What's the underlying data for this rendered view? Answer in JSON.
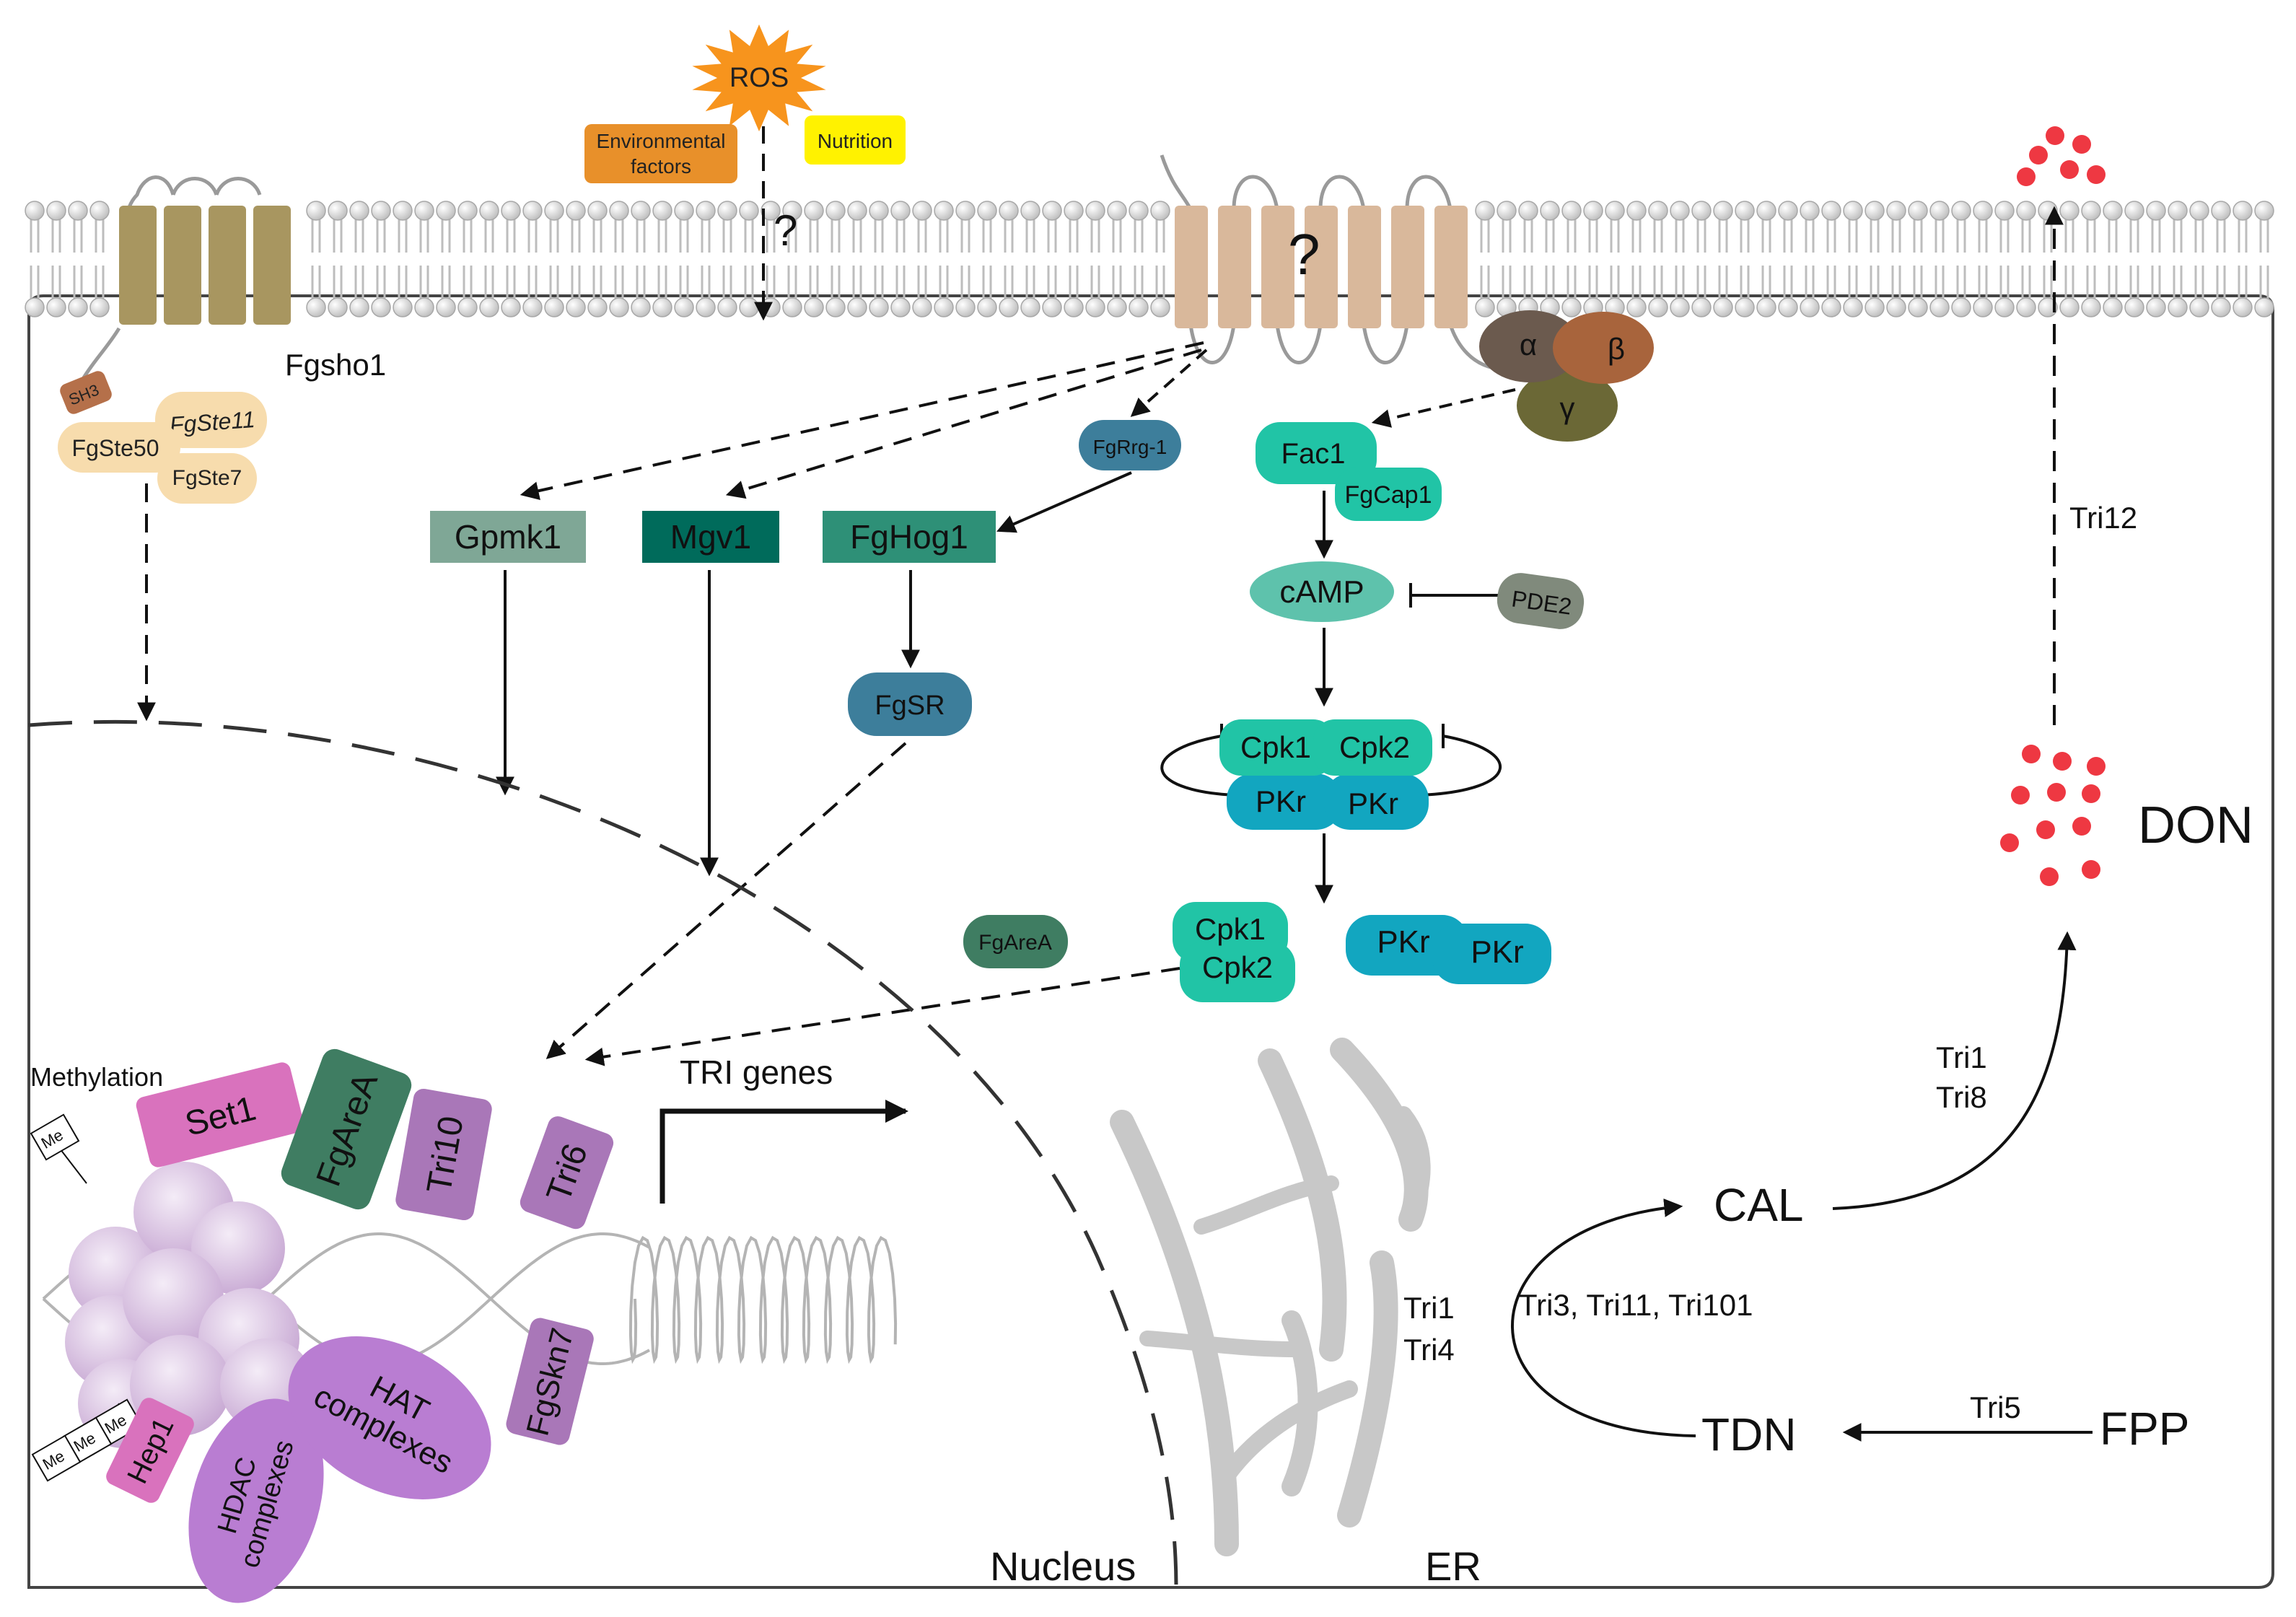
{
  "stimuli": {
    "ros": "ROS",
    "environmental": [
      "Environmental",
      "factors"
    ],
    "nutrition": "Nutrition",
    "unknown_signal": "?"
  },
  "membrane": {
    "fgsho1": "Fgsho1",
    "gpcr_unknown": "?"
  },
  "scaffold": {
    "sh3": "SH3",
    "fgste11": "FgSte11",
    "fgste50": "FgSte50",
    "fgste7": "FgSte7"
  },
  "g_protein": {
    "alpha": "α",
    "beta": "β",
    "gamma": "γ"
  },
  "mapk": {
    "fgrrg1": "FgRrg-1",
    "gpmk1": "Gpmk1",
    "mgv1": "Mgv1",
    "fghog1": "FgHog1",
    "fgsr": "FgSR"
  },
  "camp_pathway": {
    "fac1": "Fac1",
    "fgcap1": "FgCap1",
    "camp": "cAMP",
    "pde2": "PDE2",
    "cpk1": "Cpk1",
    "cpk2": "Cpk2",
    "pkr": "PKr",
    "fgarea_free": "FgAreA"
  },
  "chromatin": {
    "methylation": "Methylation",
    "me": "Me",
    "set1": "Set1",
    "fgarea": "FgAreA",
    "tri10": "Tri10",
    "tri6": "Tri6",
    "fgskn7": "FgSkn7",
    "hep1": "Hep1",
    "hat": [
      "HAT",
      "complexes"
    ],
    "hdac": [
      "HDAC",
      "complexes"
    ],
    "tri_genes": "TRI genes"
  },
  "compartments": {
    "nucleus": "Nucleus",
    "er": "ER"
  },
  "biosynthesis": {
    "fpp": "FPP",
    "tri5": "Tri5",
    "tdn": "TDN",
    "tri1_tri4": [
      "Tri1",
      "Tri4"
    ],
    "tri3_11_101": "Tri3, Tri11, Tri101",
    "cal": "CAL",
    "tri1_tri8": [
      "Tri1",
      "Tri8"
    ],
    "don": "DON",
    "tri12": "Tri12"
  },
  "colors": {
    "ros": "#f7941d",
    "environmental": "#e8902a",
    "nutrition": "#fff200",
    "sho1_helix": "#a89660",
    "gpcr_helix": "#d9b89b",
    "scaffold": "#f7dcad",
    "sh3": "#b5704a",
    "g_alpha": "#6b5a4e",
    "g_beta": "#a8643c",
    "g_gamma": "#6b6836",
    "gpmk1": "#7fa796",
    "mgv1": "#006b5b",
    "fghog1": "#2e9077",
    "fgrrg1": "#3d7e9b",
    "fgsr": "#3d7e9b",
    "camp_teal": "#21c4a6",
    "camp_oval": "#5ec2ac",
    "pde2": "#808a7c",
    "pkr": "#12a6c0",
    "fgarea": "#3f7d62",
    "pink": "#d972bd",
    "lilac": "#a977b8",
    "hat": "#b97dd2",
    "don_red": "#ee3842"
  }
}
